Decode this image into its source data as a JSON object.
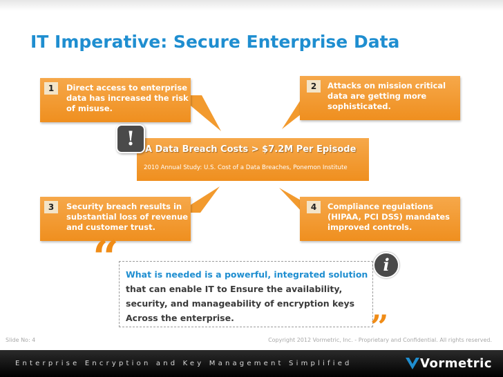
{
  "slide": {
    "title": "IT Imperative: Secure Enterprise Data",
    "callouts": [
      {
        "number": "1",
        "text": [
          "Direct access to enterprise",
          "data has increased the risk",
          "of misuse."
        ]
      },
      {
        "number": "2",
        "text": [
          "Attacks on mission critical",
          "data are getting more",
          "sophisticated."
        ]
      },
      {
        "number": "3",
        "text": [
          "Security breach results in",
          "substantial loss of revenue",
          "and customer trust."
        ]
      },
      {
        "number": "4",
        "text": [
          "Compliance regulations",
          "(HIPAA, PCI DSS) mandates",
          "improved controls."
        ]
      }
    ],
    "breach": {
      "badge": "!",
      "headline": "A Data Breach Costs > $7.2M Per Episode",
      "source": "2010 Annual Study: U.S. Cost of a Data Breaches, Ponemon Institute"
    },
    "quote": {
      "open_mark": "“",
      "close_mark": "”",
      "info_glyph": "i",
      "highlight": "What is needed is a powerful, integrated solution",
      "lines": [
        "that can enable IT to Ensure the availability,",
        "security, and manageability of encryption keys",
        "Across the enterprise."
      ]
    }
  },
  "footer": {
    "slide_number": "Slide No: 4",
    "copyright": "Copyright 2012 Vormetric, Inc. - Proprietary and Confidential. All rights reserved.",
    "tagline": "Enterprise Encryption and Key Management Simplified",
    "brand": "Vormetric"
  },
  "colors": {
    "title_blue": "#1f8ed0",
    "callout_orange": "#f29a2e",
    "number_badge_bg": "#f3e4c8",
    "quote_orange": "#f08c17",
    "footer_bg": "#000000"
  },
  "icons": [
    "exclamation-badge-icon",
    "info-icon",
    "open-quote-icon",
    "close-quote-icon",
    "vormetric-logo-icon"
  ]
}
